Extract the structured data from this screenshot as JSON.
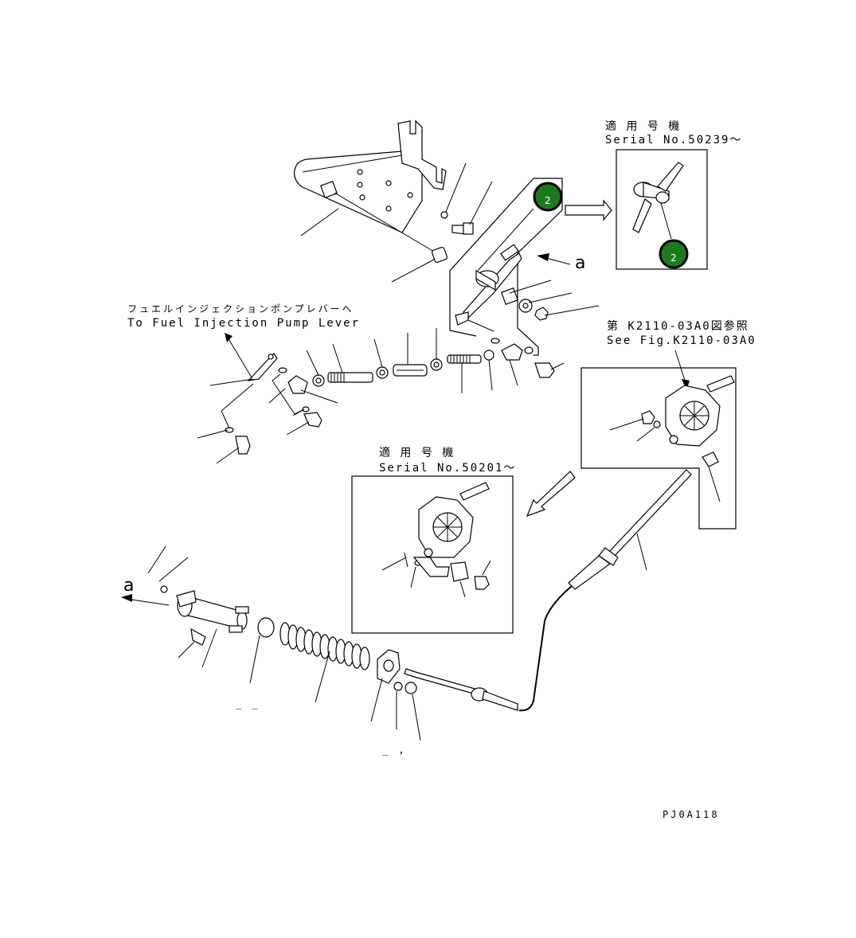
{
  "labels": {
    "serial_top_jp": "適 用 号 機",
    "serial_top": "Serial No.50239～",
    "serial_mid_jp": "適 用 号 機",
    "serial_mid": "Serial No.50201～",
    "fuel_jp": "フュエルインジェクションポンプレバーへ",
    "fuel_en": "To Fuel Injection Pump Lever",
    "fig_ref_jp": "第 K2110-03A0図参照",
    "fig_ref_en": "See Fig.K2110-03A0",
    "view_a_top": "a",
    "view_a_left": "a",
    "drawing_code": "PJ0A118"
  },
  "badges": [
    {
      "text": "2"
    },
    {
      "text": "2"
    }
  ]
}
